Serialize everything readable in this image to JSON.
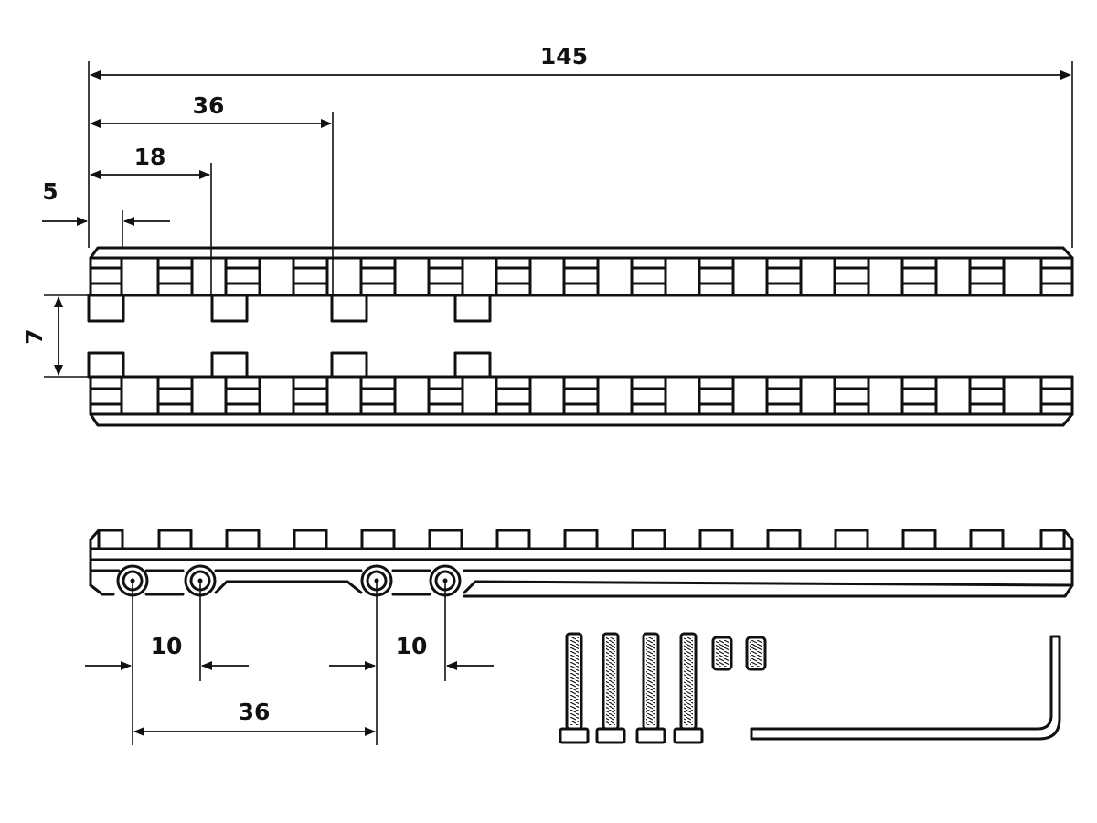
{
  "dimensions": {
    "total_length": "145",
    "first_slot_spacing": "36",
    "slot_pitch": "18",
    "end_offset": "5",
    "height": "7",
    "screw_spacing_left": "10",
    "screw_spacing_right": "10",
    "screw_group_spacing": "36"
  },
  "colors": {
    "line": "#111111",
    "background": "#ffffff"
  }
}
